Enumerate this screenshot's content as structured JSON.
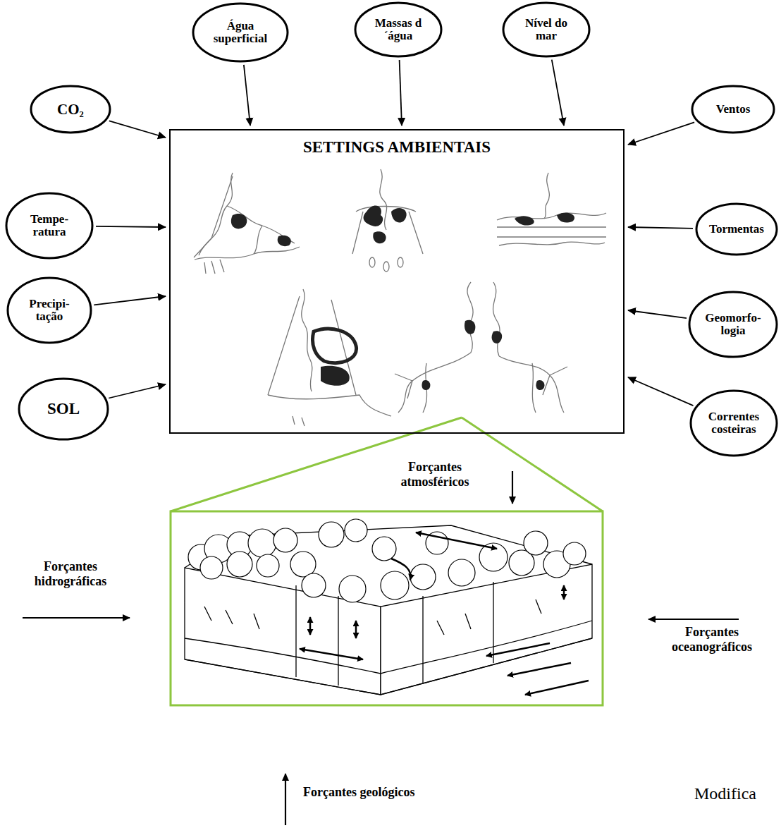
{
  "diagram": {
    "nodes": [
      {
        "text": [
          "Água superficial"
        ]
      },
      {
        "text": [
          "Massas d´água"
        ]
      },
      {
        "text": [
          "Nível do mar"
        ]
      },
      {
        "text": [
          "CO₂"
        ]
      },
      {
        "text": [
          "Ventos"
        ]
      },
      {
        "text": [
          "SETTINGS AMBIENTAIS"
        ]
      },
      {
        "text": [
          "Tempe- ratura"
        ]
      },
      {
        "text": [
          "Tormentas"
        ]
      },
      {
        "text": [
          "Precipi- tação"
        ]
      },
      {
        "text": [
          "Geomorfo- logia"
        ]
      },
      {
        "text": [
          "SOL"
        ]
      },
      {
        "text": [
          "Correntes costeiras"
        ]
      }
    ],
    "edges": [
      {
        "from": 0,
        "to": 5,
        "arrow": "to"
      },
      {
        "from": 1,
        "to": 5,
        "arrow": "to"
      },
      {
        "from": 2,
        "to": 5,
        "arrow": "to"
      },
      {
        "from": 3,
        "to": 5,
        "arrow": "to"
      },
      {
        "from": 4,
        "to": 5,
        "arrow": "to"
      },
      {
        "from": 6,
        "to": 5,
        "arrow": "to"
      },
      {
        "from": 7,
        "to": 5,
        "arrow": "to"
      },
      {
        "from": 8,
        "to": 5,
        "arrow": "to"
      },
      {
        "from": 9,
        "to": 5,
        "arrow": "to"
      },
      {
        "from": 10,
        "to": 5,
        "arrow": "to"
      },
      {
        "from": 11,
        "to": 5,
        "arrow": "to"
      }
    ],
    "labels": [
      "Forçantes atmosféricos",
      "Forçantes hidrográficas",
      "Forçantes oceanográficos",
      "Forçantes geológicos",
      "Modifica"
    ]
  }
}
